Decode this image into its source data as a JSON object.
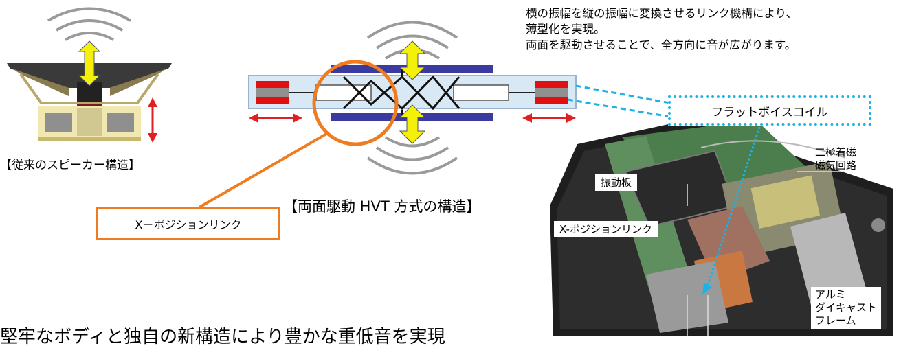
{
  "description": {
    "line1": "横の振幅を縦の振幅に変換させるリンク機構により、",
    "line2": "薄型化を実現。",
    "line3": "両面を駆動させることで、全方向に音が広がります。"
  },
  "captions": {
    "conventional": "【従来のスピーカー構造】",
    "hvt": "【両面駆動 HVT 方式の構造】"
  },
  "callouts": {
    "x_link": "X－ボジションリンク",
    "flat_coil": "フラットボイスコイル"
  },
  "photo_labels": {
    "diaphragm": "振動板",
    "x_position_link": "X-ポジションリンク",
    "magnet_line1": "二極着磁",
    "magnet_line2": "磁気回路",
    "frame_line1": "アルミ",
    "frame_line2": "ダイキャスト",
    "frame_line3": "フレーム"
  },
  "bottom_text": "堅牢なボディと独自の新構造により豊かな重低音を実現",
  "colors": {
    "accent_orange": "#f07c20",
    "accent_cyan": "#1bb3e6",
    "magnet_blue": "#3a3aa0",
    "arrow_yellow": "#f5f00a",
    "arrow_red": "#e02020",
    "coil_red": "#e01010"
  }
}
